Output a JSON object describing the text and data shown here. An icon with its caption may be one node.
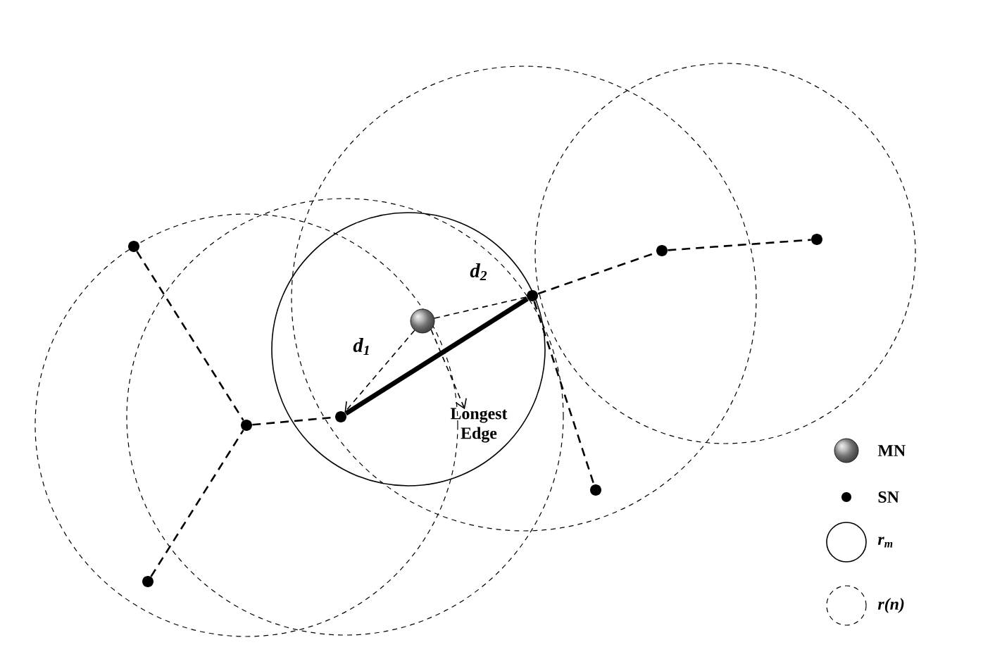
{
  "diagram": {
    "nodes": [
      {
        "text": [],
        "shape": "circle"
      },
      {
        "text": [],
        "shape": "circle"
      },
      {
        "text": [],
        "shape": "circle"
      },
      {
        "text": [],
        "shape": "circle"
      },
      {
        "text": [],
        "shape": "circle"
      },
      {
        "text": [],
        "shape": "circle"
      },
      {
        "text": [],
        "shape": "circle"
      },
      {
        "text": [],
        "shape": "circle"
      },
      {
        "text": [],
        "shape": "ball"
      },
      {
        "text": [
          "Longest Edge"
        ]
      }
    ],
    "edges": [
      {
        "from": 0,
        "to": 2,
        "arrow": "none",
        "style": "dashed"
      },
      {
        "from": 1,
        "to": 2,
        "arrow": "none",
        "style": "dashed"
      },
      {
        "from": 2,
        "to": 3,
        "arrow": "none",
        "style": "dashed"
      },
      {
        "from": 3,
        "to": 4,
        "arrow": "none",
        "style": "thick"
      },
      {
        "from": 4,
        "to": 6,
        "arrow": "none",
        "style": "dashed"
      },
      {
        "from": 6,
        "to": 7,
        "arrow": "none",
        "style": "dashed"
      },
      {
        "from": 4,
        "to": 5,
        "arrow": "none",
        "style": "dashed"
      },
      {
        "from": 8,
        "to": 3,
        "arrow": "to",
        "style": "dashed",
        "label": "d$_{1}$"
      },
      {
        "from": 8,
        "to": 4,
        "arrow": "none",
        "style": "dashed",
        "label": "d$_{2}$"
      },
      {
        "from": 8,
        "to": 9,
        "arrow": "to",
        "style": "dashed"
      }
    ],
    "legend": [
      {
        "text": "MN"
      },
      {
        "text": "SN"
      },
      {
        "text": "r$_{m}$"
      },
      {
        "text": "r(n)"
      }
    ]
  }
}
